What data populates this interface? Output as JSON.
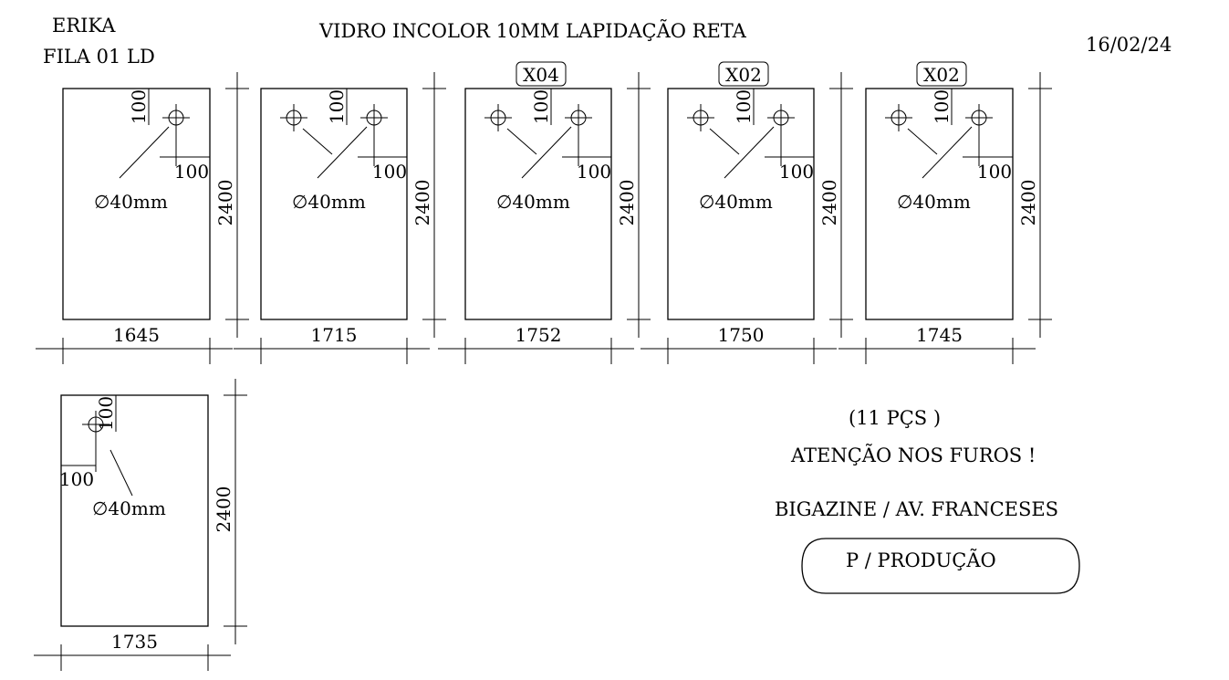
{
  "header": {
    "client": "ERIKA",
    "row": "FILA 01 LD",
    "title": "VIDRO INCOLOR 10MM LAPIDAÇÃO RETA",
    "date": "16/02/24"
  },
  "panels": [
    {
      "width": "1645",
      "height": "2400",
      "qty": "",
      "holes": 1,
      "hole_offset_v": "100",
      "hole_offset_h": "100",
      "hole_diameter": "∅40mm"
    },
    {
      "width": "1715",
      "height": "2400",
      "qty": "",
      "holes": 2,
      "hole_offset_v": "100",
      "hole_offset_h": "100",
      "hole_diameter": "∅40mm"
    },
    {
      "width": "1752",
      "height": "2400",
      "qty": "X04",
      "holes": 2,
      "hole_offset_v": "100",
      "hole_offset_h": "100",
      "hole_diameter": "∅40mm"
    },
    {
      "width": "1750",
      "height": "2400",
      "qty": "X02",
      "holes": 2,
      "hole_offset_v": "100",
      "hole_offset_h": "100",
      "hole_diameter": "∅40mm"
    },
    {
      "width": "1745",
      "height": "2400",
      "qty": "X02",
      "holes": 2,
      "hole_offset_v": "100",
      "hole_offset_h": "100",
      "hole_diameter": "∅40mm"
    },
    {
      "width": "1735",
      "height": "2400",
      "qty": "",
      "holes": 1,
      "hole_offset_v": "100",
      "hole_offset_h": "100",
      "hole_diameter": "∅40mm"
    }
  ],
  "notes": {
    "count": "(11 PÇS )",
    "warning": "ATENÇÃO NOS FUROS !",
    "address": "BIGAZINE / AV. FRANCESES",
    "stamp": "P / PRODUÇÃO"
  }
}
